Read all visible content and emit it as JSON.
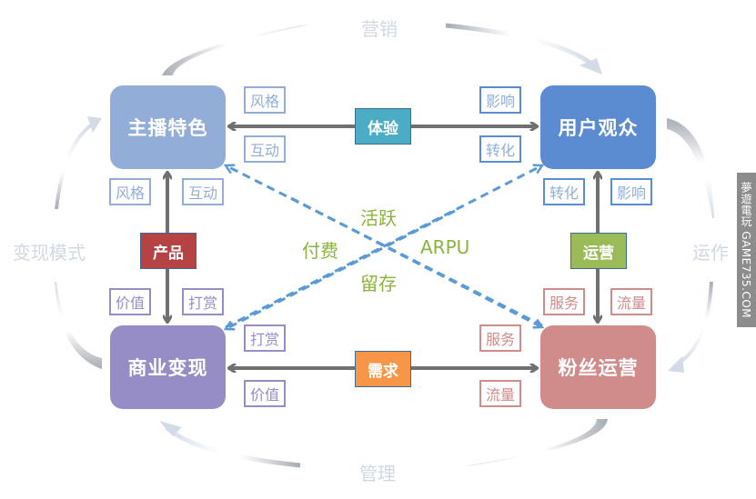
{
  "colors": {
    "anchor": "#92aed8",
    "audience": "#5b8bd0",
    "business": "#978dc6",
    "fans": "#d08b8b",
    "experience": "#4bacc6",
    "product": "#b64343",
    "operation": "#9bbb59",
    "demand": "#f79646",
    "dashed": "#5b9bd5",
    "solid_arrow": "#707070",
    "center_text": "#8ab43b",
    "cycle_text": "#d0d8e4"
  },
  "nodes": {
    "anchor": "主播特色",
    "audience": "用户观众",
    "business": "商业变现",
    "fans": "粉丝运营"
  },
  "hubs": {
    "experience": "体验",
    "product": "产品",
    "operation": "运营",
    "demand": "需求"
  },
  "tags": {
    "top_left": [
      "风格",
      "互动"
    ],
    "top_right": [
      "影响",
      "转化"
    ],
    "left_upper": [
      "风格",
      "互动"
    ],
    "left_lower": [
      "价值",
      "打赏"
    ],
    "right_upper": [
      "转化",
      "影响"
    ],
    "right_lower": [
      "服务",
      "流量"
    ],
    "bottom_left": [
      "打赏",
      "价值"
    ],
    "bottom_right": [
      "服务",
      "流量"
    ]
  },
  "center": {
    "top": "活跃",
    "left": "付费",
    "right": "ARPU",
    "bottom": "留存"
  },
  "cycle": {
    "top": "营销",
    "right": "运作",
    "bottom": "管理",
    "left": "变现模式"
  },
  "watermark": "夢遊電玩 GAME735.COM"
}
